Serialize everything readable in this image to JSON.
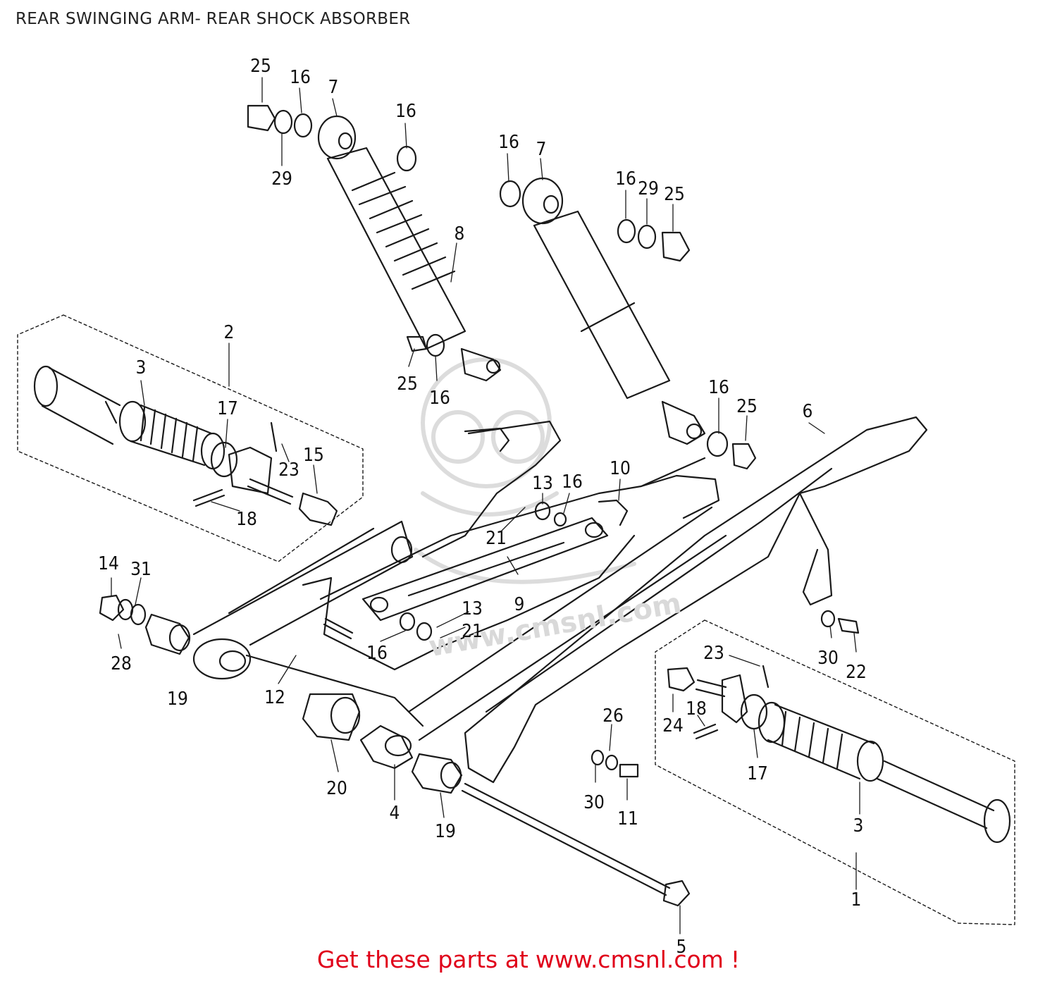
{
  "title": "REAR SWINGING ARM- REAR SHOCK ABSORBER",
  "watermark": "www.cmsnl.com",
  "footer": {
    "prefix": "Get these parts at",
    "url": "www.cmsnl.com",
    "suffix": "!"
  },
  "colors": {
    "line": "#1a1a1a",
    "footer_red": "#e0001a",
    "watermark_grey": "#d9d9d9"
  },
  "part_labels": [
    "25",
    "16",
    "7",
    "16",
    "29",
    "16",
    "7",
    "16",
    "29",
    "25",
    "8",
    "2",
    "3",
    "17",
    "23",
    "15",
    "18",
    "25",
    "16",
    "16",
    "25",
    "6",
    "10",
    "13",
    "16",
    "21",
    "9",
    "14",
    "31",
    "28",
    "19",
    "13",
    "21",
    "16",
    "12",
    "30",
    "22",
    "23",
    "24",
    "18",
    "17",
    "26",
    "30",
    "11",
    "3",
    "1",
    "20",
    "4",
    "19",
    "5"
  ]
}
